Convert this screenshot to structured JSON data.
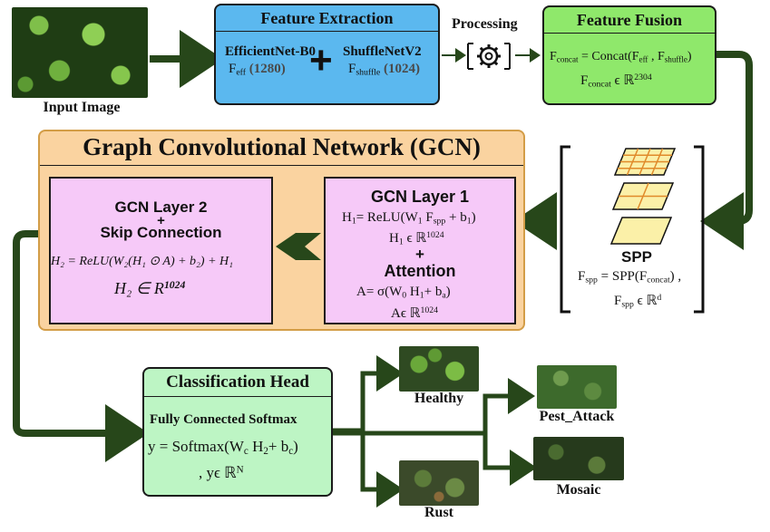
{
  "input": {
    "caption": "Input Image"
  },
  "processing": {
    "label": "Processing"
  },
  "feature_extraction": {
    "title": "Feature Extraction",
    "model_a": "EfficientNet-B0",
    "model_a_dim_symbol": "F",
    "model_a_dim_sub": "eff",
    "model_a_dim": "(1280)",
    "plus": "+",
    "model_b": "ShuffleNetV2",
    "model_b_dim_symbol": "F",
    "model_b_dim_sub": "shuffle",
    "model_b_dim": "(1024)"
  },
  "feature_fusion": {
    "title": "Feature Fusion",
    "eq1_lhs": "F",
    "eq1_lhs_sub": "concat",
    "eq1_mid": " = Concat(F",
    "eq1_sub1": "eff",
    "eq1_comma": " , F",
    "eq1_sub2": "shuffle",
    "eq1_end": ")",
    "eq2_lhs": "F",
    "eq2_lhs_sub": "concat",
    "eq2_rel": " ϵ ℝ",
    "eq2_sup": "2304"
  },
  "spp": {
    "title": "SPP",
    "eq1_a": "F",
    "eq1_a_sub": "spp",
    "eq1_b": " = SPP(F",
    "eq1_b_sub": "concat",
    "eq1_c": ") ,",
    "eq2_a": "F",
    "eq2_a_sub": "spp",
    "eq2_b": " ϵ ℝ",
    "eq2_sup": "d"
  },
  "gcn": {
    "title": "Graph Convolutional Network (GCN)",
    "layer1": {
      "title": "GCN Layer 1",
      "eq1": "H",
      "eq1_sub": "1",
      "eq1_rest": "= ReLU(W",
      "eq1_sub2": "1",
      "eq1_rest2": " F",
      "eq1_sub3": "spp",
      "eq1_rest3": " + b",
      "eq1_sub4": "1",
      "eq1_end": ")",
      "eq2": "H",
      "eq2_sub": "1",
      "eq2_rel": " ϵ ℝ",
      "eq2_sup": "1024",
      "plus": "+",
      "attention_title": "Attention",
      "eq3_a": "A= σ(W",
      "eq3_sub1": "0",
      "eq3_b": " H",
      "eq3_sub2": "1",
      "eq3_c": "+ b",
      "eq3_sub3": "a",
      "eq3_end": ")",
      "eq4": "Aϵ ℝ",
      "eq4_sup": "1024"
    },
    "layer2": {
      "title_line1": "GCN Layer 2",
      "plus": "+",
      "title_line2": "Skip Connection",
      "eq1": "H₂ = ReLU(W₂(H₁ ⊙ A) + b₂) + H₁",
      "eq2_a": "H₂ ∈ R",
      "eq2_sup": "1024"
    }
  },
  "classification": {
    "title": "Classification Head",
    "subtitle": "Fully Connected Softmax",
    "eq1_a": "y = Softmax(W",
    "eq1_sub1": "c",
    "eq1_b": " H",
    "eq1_sub2": "2",
    "eq1_c": "+ b",
    "eq1_sub3": "c",
    "eq1_end": ")",
    "eq2": ", yϵ ℝ",
    "eq2_sup": "N"
  },
  "outputs": {
    "healthy": "Healthy",
    "rust": "Rust",
    "pest_attack": "Pest_Attack",
    "mosaic": "Mosaic"
  },
  "colors": {
    "arrow": "#27471a",
    "feature_extraction_bg": "#5bb8ef",
    "feature_fusion_bg": "#8fe86b",
    "gcn_bg": "#fad3a0",
    "gcn_layer_bg": "#f6c9f8",
    "classification_bg": "#bdf5c4",
    "spp_grid": "#fbf0a8"
  },
  "icons": [
    "gear-icon",
    "grid-icon"
  ]
}
